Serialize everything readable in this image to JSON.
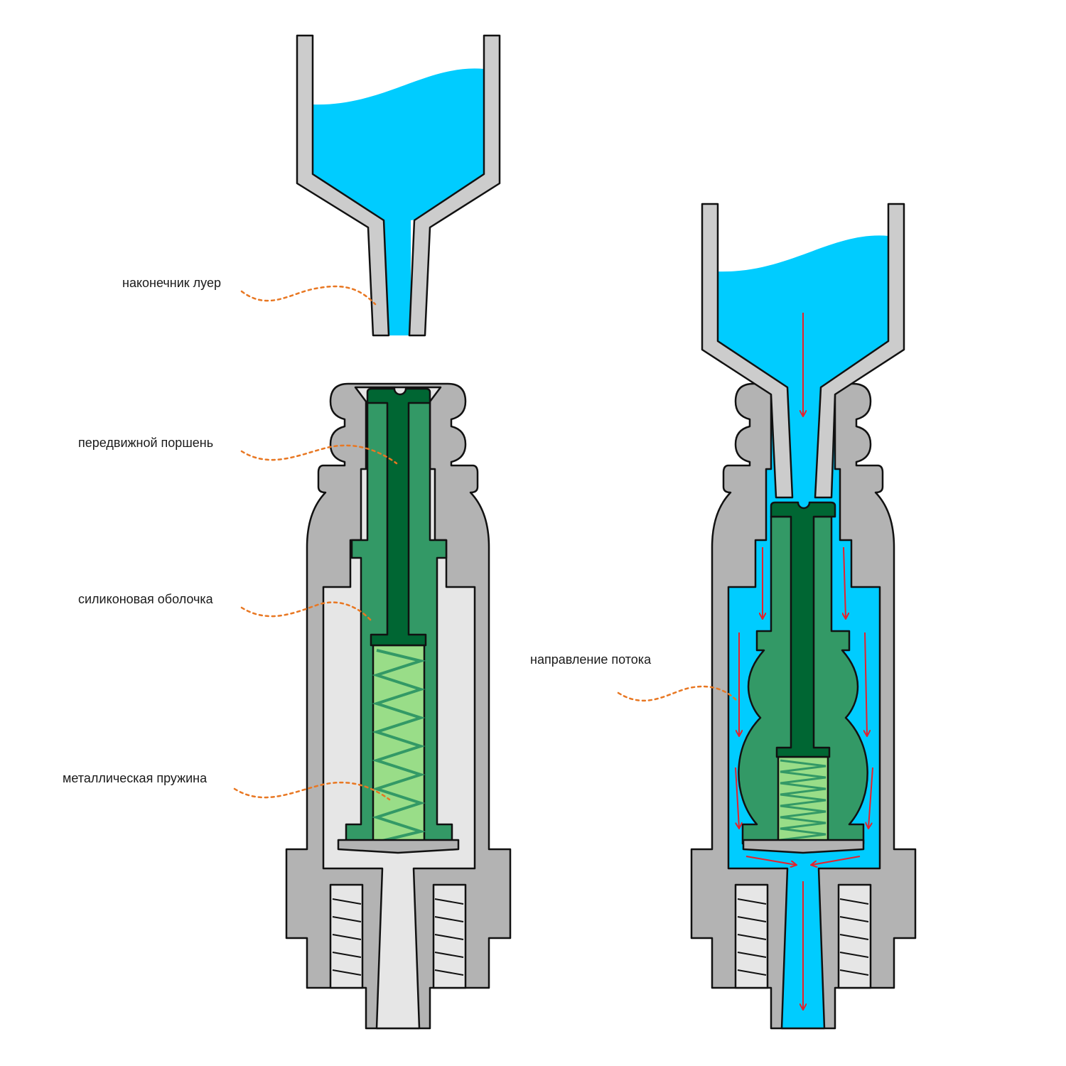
{
  "labels": {
    "luer_tip": "наконечник луер",
    "piston": "передвижной поршень",
    "silicone_shell": "силиконовая оболочка",
    "metal_spring": "металлическая пружина",
    "flow_direction": "направление потока"
  },
  "colors": {
    "body": "#b3b3b3",
    "cavity": "#e6e6e6",
    "water": "#00ccff",
    "silicone": "#339966",
    "piston": "#006633",
    "spring_bg": "#99dd88",
    "leader": "#e87722",
    "arrow": "#e8202a"
  }
}
